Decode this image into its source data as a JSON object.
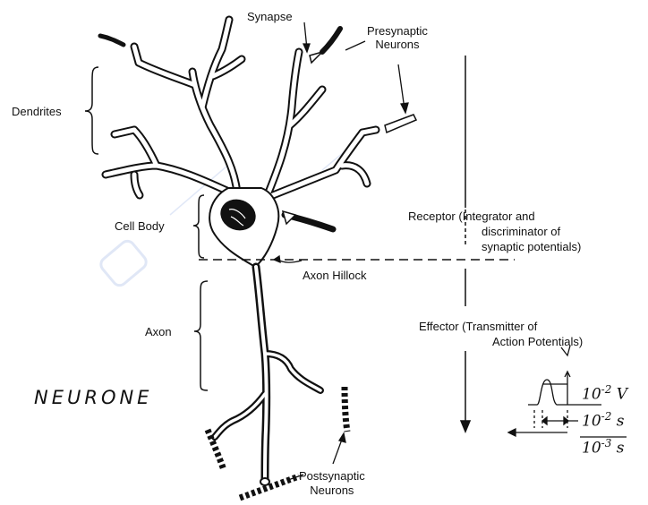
{
  "labels": {
    "synapse": "Synapse",
    "presynaptic": [
      "Presynaptic",
      "Neurons"
    ],
    "dendrites": "Dendrites",
    "cell_body": "Cell Body",
    "axon_hillock": "Axon Hillock",
    "axon": "Axon",
    "receptor": [
      "Receptor (Integrator and",
      "discriminator of",
      "synaptic potentials)"
    ],
    "effector": [
      "Effector (Transmitter of",
      "Action Potentials)"
    ],
    "postsynaptic": [
      "Postsynaptic",
      "Neurons"
    ],
    "title": "NEURONE"
  },
  "annotations": {
    "voltage_base": "10",
    "voltage_exp": "-2",
    "voltage_unit": "V",
    "time1_base": "10",
    "time1_exp": "-2",
    "time1_unit": "s",
    "time2_base": "10",
    "time2_exp": "-3",
    "time2_unit": "s"
  }
}
